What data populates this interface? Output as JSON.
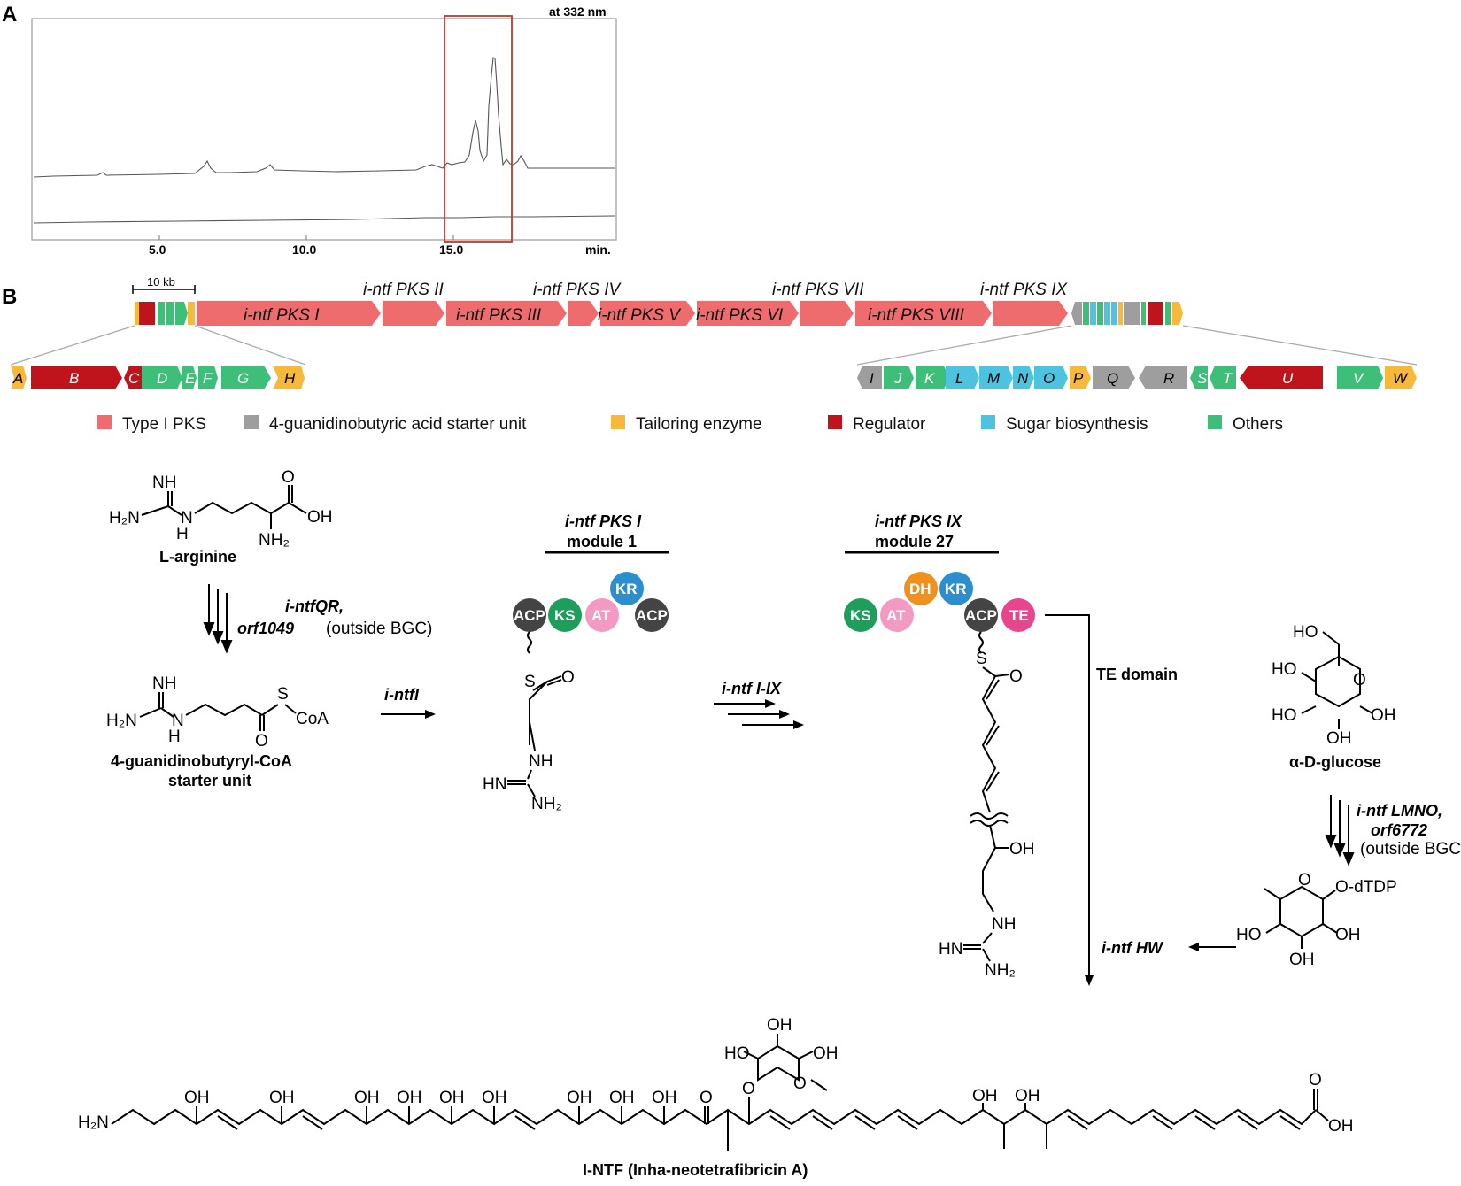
{
  "panel_labels": {
    "a": "A",
    "b": "B"
  },
  "chromatogram": {
    "wavelength_label": "at 332 nm",
    "x_axis_unit": "min.",
    "x_ticks": [
      "5.0",
      "10.0",
      "15.0"
    ],
    "highlight_box_color": "#c0392b"
  },
  "gene_cluster": {
    "scale_label": "10 kb",
    "pks_labels_top": [
      "i-ntf PKS II",
      "i-ntf PKS IV",
      "i-ntf PKS VII",
      "i-ntf PKS IX"
    ],
    "pks_labels_inner": [
      "i-ntf PKS I",
      "i-ntf PKS III",
      "i-ntf PKS V",
      "i-ntf PKS VI",
      "i-ntf PKS VIII"
    ],
    "left_genes": [
      "A",
      "B",
      "C",
      "D",
      "E",
      "F",
      "G",
      "H"
    ],
    "right_genes": [
      "I",
      "J",
      "K",
      "L",
      "M",
      "N",
      "O",
      "P",
      "Q",
      "R",
      "S",
      "T",
      "U",
      "V",
      "W"
    ]
  },
  "legend": [
    {
      "label": "Type I PKS",
      "color": "#ee6b6e"
    },
    {
      "label": "4-guanidinobutyric acid starter unit",
      "color": "#9e9e9e"
    },
    {
      "label": "Tailoring enzyme",
      "color": "#f6b93b"
    },
    {
      "label": "Regulator",
      "color": "#c0141c"
    },
    {
      "label": "Sugar biosynthesis",
      "color": "#4ec3e0"
    },
    {
      "label": "Others",
      "color": "#3dbf7a"
    }
  ],
  "pathway": {
    "arginine_label": "L-arginine",
    "step1_gene": "i-ntfQR,",
    "step1_gene2": "orf1049",
    "step1_note": "(outside BGC)",
    "starter_label_1": "4-guanidinobutyryl-CoA",
    "starter_label_2": "starter unit",
    "step2_gene": "i-ntfI",
    "module1_title_1": "i-ntf PKS I",
    "module1_title_2": "module 1",
    "step3_gene": "i-ntf I-IX",
    "module27_title_1": "i-ntf PKS IX",
    "module27_title_2": "module 27",
    "te_label": "TE domain",
    "glucose_label": "α-D-glucose",
    "step4_gene": "i-ntf LMNO,",
    "step4_gene2": "orf6772",
    "step4_note": "(outside BGC)",
    "step5_gene": "i-ntf HW",
    "product_label": "I-NTF (Inha-neotetrafibricin A)"
  },
  "domains_module1": [
    "ACP",
    "KS",
    "AT",
    "KR",
    "ACP"
  ],
  "domains_module27": [
    "KS",
    "AT",
    "DH",
    "KR",
    "ACP",
    "TE"
  ],
  "domain_colors": {
    "ACP": "#444444",
    "KS": "#1e9e5a",
    "AT": "#f29ac2",
    "KR": "#2b8fcf",
    "DH": "#f0901d",
    "TE": "#e8458f"
  }
}
